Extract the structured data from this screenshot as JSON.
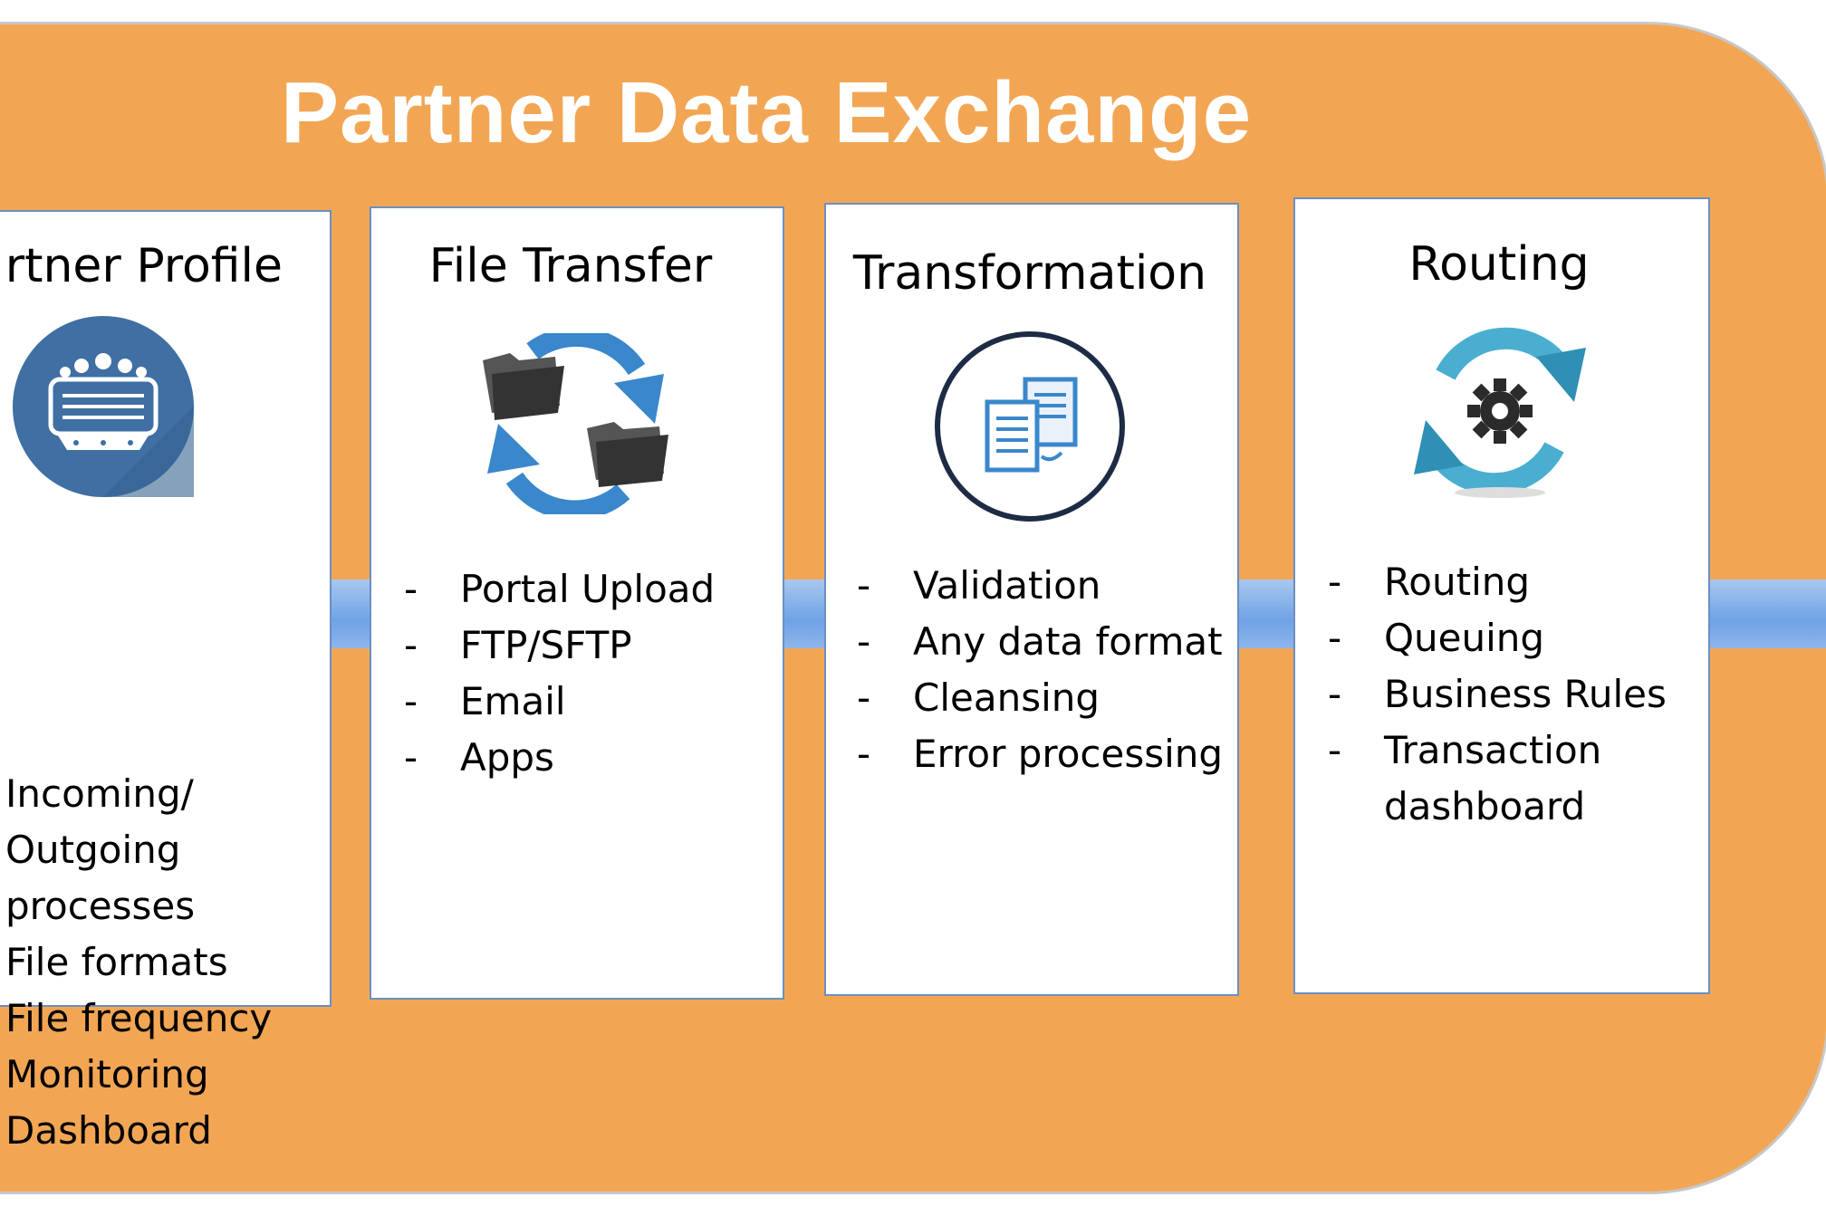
{
  "title": "Partner Data Exchange",
  "colors": {
    "background": "#f2a654",
    "pipe": "#7aa8e6",
    "box_border": "#6b8fc4",
    "title": "#ffffff"
  },
  "columns": [
    {
      "heading": "rtner Profile",
      "icon": "users-server-icon",
      "items": [
        "Incoming/",
        "Outgoing",
        "processes",
        "File formats",
        "File frequency",
        "Monitoring",
        "Dashboard"
      ]
    },
    {
      "heading": "File Transfer",
      "icon": "folder-sync-icon",
      "items": [
        "Portal Upload",
        "FTP/SFTP",
        "Email",
        "Apps"
      ]
    },
    {
      "heading": "Transformation",
      "icon": "document-copy-icon",
      "items": [
        "Validation",
        "Any data format",
        "Cleansing",
        "Error processing"
      ]
    },
    {
      "heading": "Routing",
      "icon": "gear-cycle-icon",
      "items": [
        "Routing",
        "Queuing",
        "Business Rules",
        "Transaction",
        "dashboard"
      ]
    }
  ],
  "dash_char": "-"
}
